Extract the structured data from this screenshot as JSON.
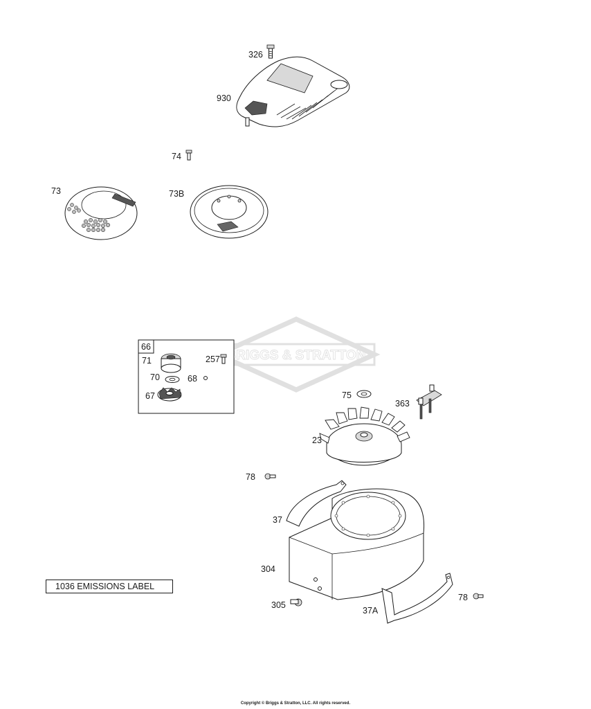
{
  "labels": {
    "p326": "326",
    "p930": "930",
    "p74": "74",
    "p73": "73",
    "p73b": "73B",
    "p66": "66",
    "p71": "71",
    "p257": "257",
    "p70": "70",
    "p68": "68",
    "p67": "67",
    "p75": "75",
    "p363": "363",
    "p23": "23",
    "p78a": "78",
    "p37": "37",
    "p304": "304",
    "p305": "305",
    "p37a": "37A",
    "p78b": "78"
  },
  "watermark": "BRIGGS & STRATTON",
  "emissions_label": "1036 EMISSIONS LABEL",
  "copyright": "Copyright © Briggs & Stratton, LLC. All rights reserved."
}
